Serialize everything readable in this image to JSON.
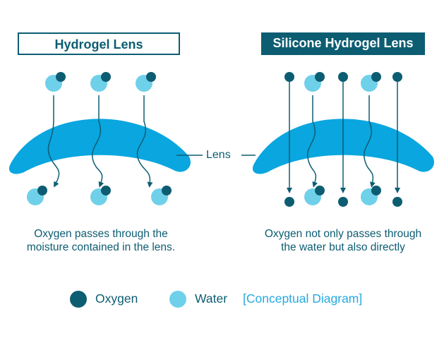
{
  "left_panel": {
    "title": "Hydrogel Lens",
    "caption": "Oxygen passes through the moisture contained in the lens."
  },
  "right_panel": {
    "title": "Silicone Hydrogel Lens",
    "caption": "Oxygen not only passes through the water but also directly"
  },
  "lens_label": "Lens",
  "legend": {
    "oxygen_label": "Oxygen",
    "water_label": "Water",
    "note": "[Conceptual Diagram]"
  },
  "colors": {
    "oxygen": "#0d5d72",
    "water": "#6fd0ea",
    "lens": "#0aa6df",
    "text": "#0d5d72",
    "note": "#27a9e1"
  }
}
